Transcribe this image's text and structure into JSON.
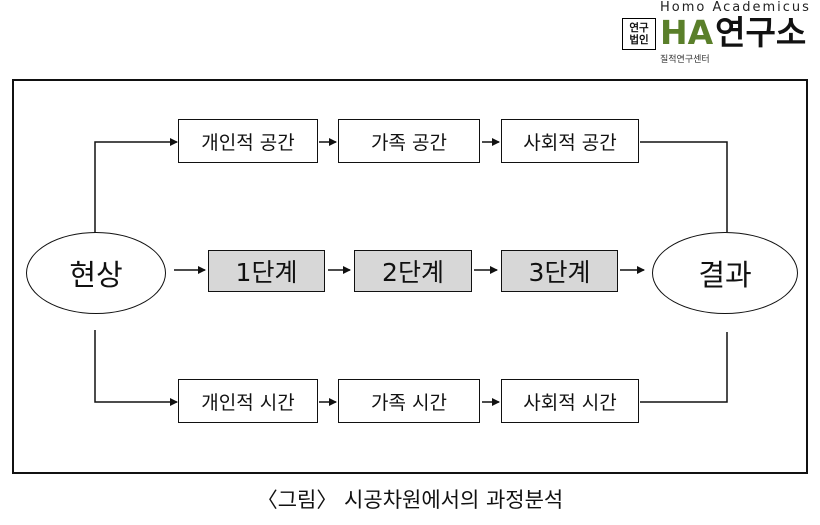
{
  "logo": {
    "top_text": "Homo Academicus",
    "badge_line1": "연구",
    "badge_line2": "법인",
    "brand": "HA",
    "brand_suffix": "연구소",
    "subtitle": "질적연구센터",
    "colors": {
      "brand": "#5a7f2a"
    }
  },
  "diagram": {
    "start": "현상",
    "end": "결과",
    "top_row": [
      "개인적 공간",
      "가족 공간",
      "사회적 공간"
    ],
    "middle_row": [
      "1단계",
      "2단계",
      "3단계"
    ],
    "bottom_row": [
      "개인적 시간",
      "가족 시간",
      "사회적 시간"
    ],
    "colors": {
      "stage_fill": "#d7d7d7",
      "line": "#111111"
    }
  },
  "caption": "〈그림〉 시공차원에서의 과정분석"
}
